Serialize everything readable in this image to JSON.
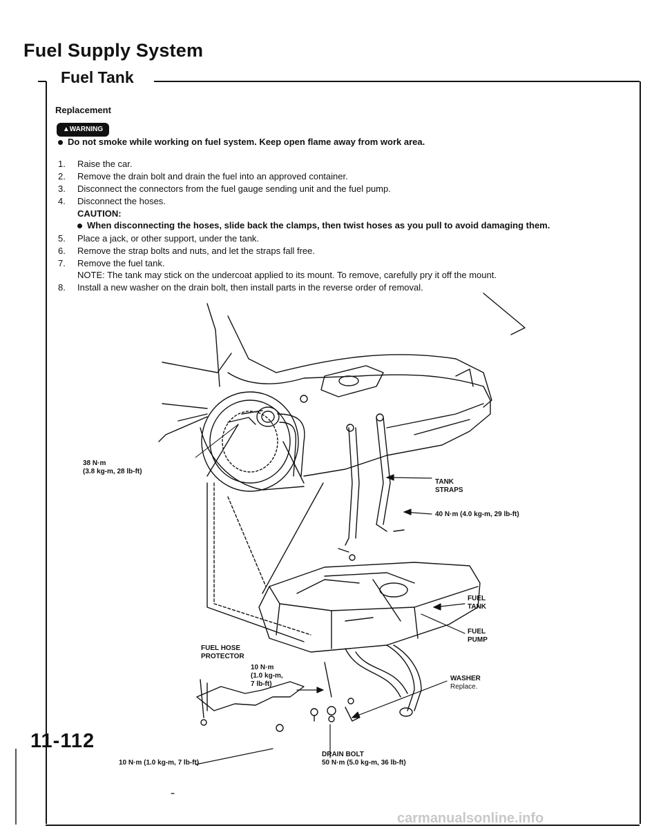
{
  "header": {
    "title": "Fuel Supply System"
  },
  "section": {
    "title": "Fuel Tank",
    "subheading": "Replacement"
  },
  "warning": {
    "badge": "WARNING",
    "text": "Do not smoke while working on fuel system. Keep open flame away from work area."
  },
  "steps": [
    {
      "num": "1.",
      "text": "Raise the car."
    },
    {
      "num": "2.",
      "text": "Remove the drain bolt and drain the fuel into an approved container."
    },
    {
      "num": "3.",
      "text": "Disconnect the connectors from the fuel gauge sending unit and the fuel pump."
    },
    {
      "num": "4.",
      "text": "Disconnect the hoses."
    },
    {
      "num": "5.",
      "text": "Place a jack, or other support, under the tank."
    },
    {
      "num": "6.",
      "text": "Remove the strap bolts and nuts, and let the straps fall free."
    },
    {
      "num": "7.",
      "text": "Remove the fuel tank."
    },
    {
      "num": "8.",
      "text": "Install a new washer on the drain bolt, then install parts in the reverse order of removal."
    }
  ],
  "caution": {
    "label": "CAUTION:",
    "text": "When disconnecting the hoses, slide back the clamps, then twist hoses as you pull to avoid damaging them."
  },
  "note": "NOTE: The tank may stick on the undercoat applied to its mount. To remove, carefully pry it off the mount.",
  "labels": {
    "torque_38_a": "38 N·m",
    "torque_38_b": "(3.8 kg-m, 28 lb-ft)",
    "tank_straps_a": "TANK",
    "tank_straps_b": "STRAPS",
    "torque_40": "40 N·m (4.0 kg-m, 29 lb-ft)",
    "fuel_tank_a": "FUEL",
    "fuel_tank_b": "TANK",
    "fuel_pump_a": "FUEL",
    "fuel_pump_b": "PUMP",
    "hose_protector_a": "FUEL HOSE",
    "hose_protector_b": "PROTECTOR",
    "torque_10_a": "10 N·m",
    "torque_10_b": "(1.0 kg-m,",
    "torque_10_c": "7 lb-ft)",
    "washer_a": "WASHER",
    "washer_b": "Replace.",
    "torque_10_bottom": "10 N·m (1.0 kg-m, 7 lb-ft)",
    "drain_bolt_a": "DRAIN BOLT",
    "drain_bolt_b": "50 N·m (5.0 kg-m, 36 lb-ft)"
  },
  "page_number": "11-112",
  "footer_url": "carmanualsonline.info"
}
